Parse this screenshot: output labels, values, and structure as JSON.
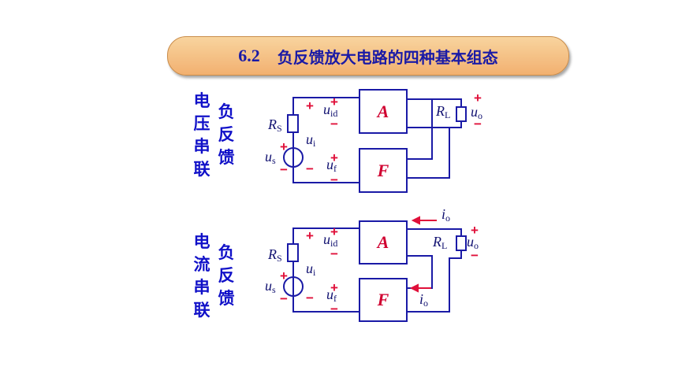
{
  "title": {
    "number": "6.2",
    "text": "负反馈放大电路的四种基本组态"
  },
  "circuit1": {
    "label_left": [
      "电",
      "压",
      "串",
      "联"
    ],
    "label_right": [
      "负",
      "反",
      "馈"
    ],
    "block_a": "A",
    "block_f": "F",
    "labels": {
      "rs": "R",
      "rs_sub": "S",
      "ui": "u",
      "ui_sub": "i",
      "us": "u",
      "us_sub": "s",
      "uid": "u",
      "uid_sub": "id",
      "uf": "u",
      "uf_sub": "f",
      "rl": "R",
      "rl_sub": "L",
      "uo": "u",
      "uo_sub": "o"
    }
  },
  "circuit2": {
    "label_left": [
      "电",
      "流",
      "串",
      "联"
    ],
    "label_right": [
      "负",
      "反",
      "馈"
    ],
    "block_a": "A",
    "block_f": "F",
    "labels": {
      "rs": "R",
      "rs_sub": "S",
      "ui": "u",
      "ui_sub": "i",
      "us": "u",
      "us_sub": "s",
      "uid": "u",
      "uid_sub": "id",
      "uf": "u",
      "uf_sub": "f",
      "rl": "R",
      "rl_sub": "L",
      "uo": "u",
      "uo_sub": "o",
      "io_top": "i",
      "io_top_sub": "o",
      "io_bottom": "i",
      "io_bottom_sub": "o"
    }
  },
  "signs": {
    "plus": "+",
    "minus": "−"
  },
  "colors": {
    "wire": "#1a1aa6",
    "sign": "#e0103a",
    "block_text": "#d00030",
    "heading": "#1010c8"
  }
}
